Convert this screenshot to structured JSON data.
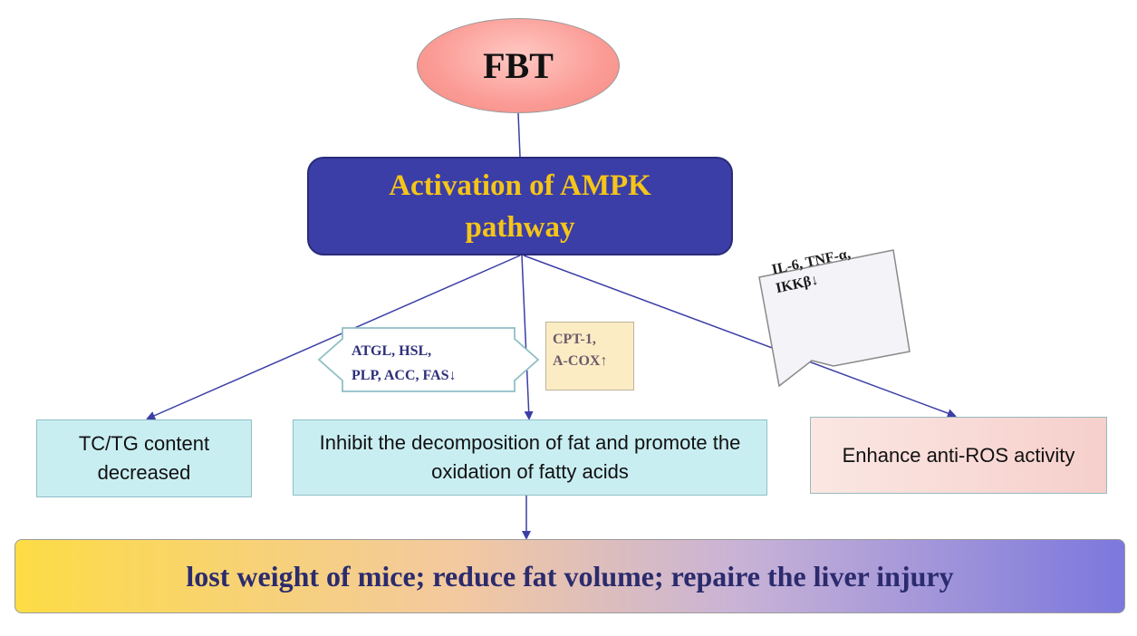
{
  "nodes": {
    "fbt": "FBT",
    "ampk": "Activation of AMPK pathway",
    "tc_tg": "TC/TG content decreased",
    "inhibit": "Inhibit the decomposition of fat and promote the oxidation of fatty acids",
    "anti_ros": "Enhance anti-ROS activity",
    "result": "lost weight of mice; reduce fat volume; repaire the liver injury"
  },
  "labels": {
    "atgl_line1": "ATGL, HSL,",
    "atgl_line2": "PLP, ACC, FAS↓",
    "cpt_line1": "CPT-1,",
    "cpt_line2": "A-COX↑",
    "il_line1": "IL-6, TNF-α,",
    "il_line2": "IKKβ↓"
  },
  "colors": {
    "ampk_fill": "#3b3ea6",
    "ampk_text": "#f5c518",
    "box_fill": "#c9eef2",
    "arrow": "#3b3ea6"
  }
}
